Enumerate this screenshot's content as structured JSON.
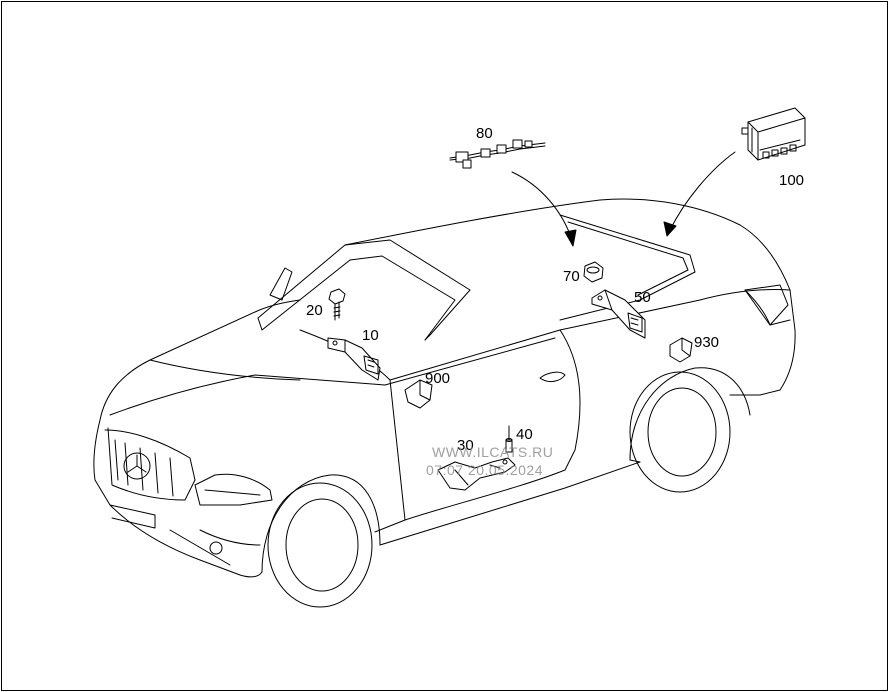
{
  "diagram": {
    "part_labels": {
      "p10": "10",
      "p20": "20",
      "p30": "30",
      "p40": "40",
      "p50": "50",
      "p70": "70",
      "p80": "80",
      "p100": "100",
      "p900": "900",
      "p930": "930"
    },
    "watermark": {
      "line1": "WWW.ILCATS.RU",
      "line2": "07:07 20.05.2024"
    }
  }
}
